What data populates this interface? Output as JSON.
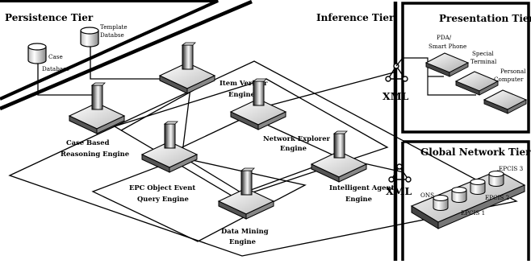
{
  "tiers": {
    "persistence": "Persistence Tier",
    "inference": "Inference Tier",
    "presentation": "Presentation Tier",
    "global_network": "Global Network Tier"
  },
  "databases": {
    "template": [
      "Template",
      "Databse"
    ],
    "case": [
      "Case",
      "Database"
    ]
  },
  "engines": {
    "item_verifier": [
      "Item Verifier",
      "Engine"
    ],
    "case_based": [
      "Case Based",
      "Reasoning Engine"
    ],
    "network_explorer": [
      "Network Explorer",
      "Engine"
    ],
    "epc_query": [
      "EPC Object Event",
      "Query Engine"
    ],
    "intelligent_agent": [
      "Intelligent Agent",
      "Engine"
    ],
    "data_mining": [
      "Data Mining",
      "Engine"
    ]
  },
  "xml_labels": [
    "XML",
    "XML"
  ],
  "devices": {
    "pda": [
      "PDA/",
      "Smart Phone"
    ],
    "special": [
      "Special",
      "Terminal"
    ],
    "personal": [
      "Personal",
      "Computer"
    ]
  },
  "global_nodes": {
    "ons": "ONS",
    "epcis1": "EPCIS 1",
    "epcis2": "EPCIS 2",
    "epcis3": "EPCIS 3"
  }
}
